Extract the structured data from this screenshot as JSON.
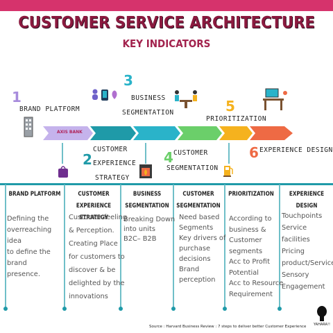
{
  "header": {
    "title": "CUSTOMER SERVICE ARCHITECTURE",
    "subtitle": "KEY INDICATORS"
  },
  "steps": [
    {
      "number": "1",
      "label": "BRAND PLATFORM",
      "color": "#a78bdc"
    },
    {
      "number": "2",
      "label_lines": [
        "CUSTOMER",
        "EXPERIENCE",
        "STRATEGY"
      ],
      "color": "#1f9aa8"
    },
    {
      "number": "3",
      "label_lines": [
        "BUSINESS",
        "SEGMENTATION"
      ],
      "color": "#2ab3c9"
    },
    {
      "number": "4",
      "label_lines": [
        "CUSTOMER",
        "SEGMENTATION"
      ],
      "color": "#6bcf6a"
    },
    {
      "number": "5",
      "label": "PRIORITIZATION",
      "color": "#f5b21e"
    },
    {
      "number": "6",
      "label": "EXPERIENCE DESIGN",
      "color": "#ee6a44"
    }
  ],
  "arrow_label": "AXIS BANK",
  "columns": [
    {
      "heading": "BRAND PLATFORM",
      "body": [
        "Defining the",
        "overreaching",
        "idea",
        "to define the",
        "brand",
        "presence."
      ]
    },
    {
      "heading_lines": [
        "CUSTOMER EXPERIENCE",
        "STRATEGY"
      ],
      "body": [
        "Customer feeling",
        "& Perception.",
        "Creating Place",
        "for customers to",
        "discover & be",
        "delighted by the",
        "innovations"
      ]
    },
    {
      "heading_lines": [
        "BUSINESS",
        "SEGMENTATION"
      ],
      "body": [
        "Breaking Down",
        "into units",
        "B2C– B2B"
      ]
    },
    {
      "heading_lines": [
        "CUSTOMER",
        "SEGMENTATION"
      ],
      "body": [
        "Need based",
        "Segments",
        "Key drivers of",
        "purchase",
        "decisions",
        "Brand",
        "perception"
      ]
    },
    {
      "heading": "PRIORITIZATION",
      "body": [
        "According to",
        "business &",
        "Customer",
        "segments",
        "Acc to Profit",
        "Potential",
        "Acc to Resource",
        "Requirement"
      ]
    },
    {
      "heading": "EXPERIENCE DESIGN",
      "body": [
        "Touchpoints",
        "Service",
        "facilities",
        "Pricing",
        "product/Service",
        "Sensory",
        "Engagement"
      ]
    }
  ],
  "source": "Source : Harvard Business Review : 7 steps to deliver better Customer Experience",
  "logo_text": "YAHARA!!",
  "colors": {
    "topbar": "#d6336c",
    "title": "#8b1a3f",
    "teal": "#1f9aa8"
  }
}
